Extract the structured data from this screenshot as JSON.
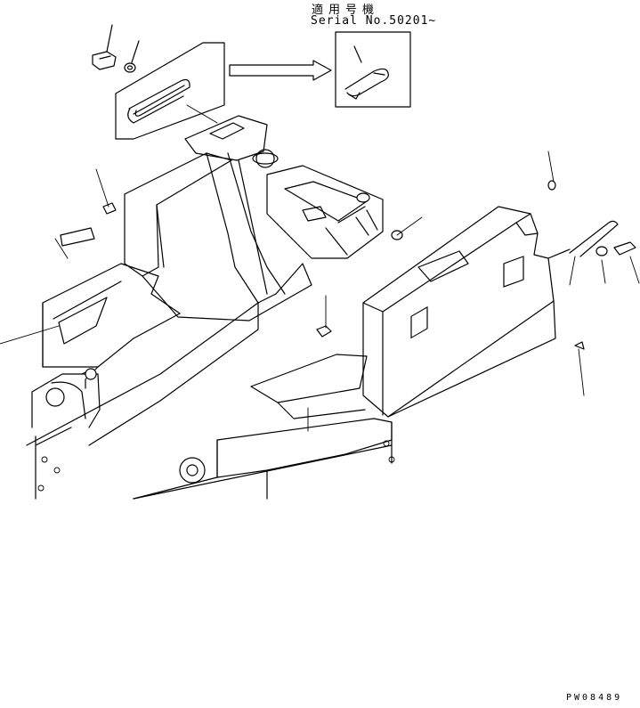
{
  "note": {
    "applies_label": "適用号機",
    "serial_label": "Serial No.50201~"
  },
  "drawing_code": "PW08489",
  "colors": {
    "line": "#000000",
    "background": "#ffffff"
  },
  "icons": [
    "arrow-right-icon"
  ]
}
